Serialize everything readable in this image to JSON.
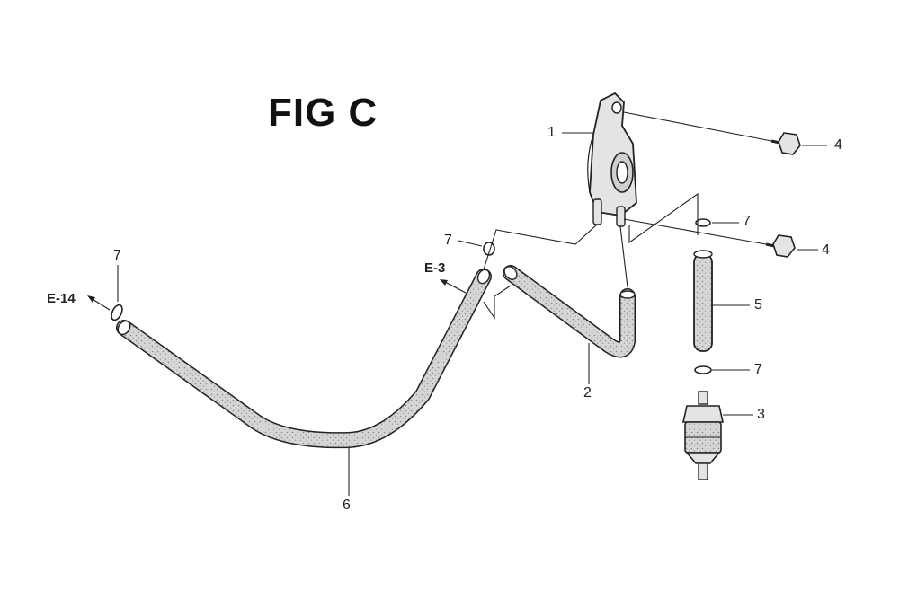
{
  "figure": {
    "title": "FIG C"
  },
  "callouts": {
    "pump": "1",
    "hose_pump_to_tee": "2",
    "fuel_filter": "3",
    "bolt_upper": "4",
    "bolt_lower": "4",
    "tube_filter": "5",
    "fuel_tube_long": "6",
    "clip_left": "7",
    "clip_center": "7",
    "clip_right_upper": "7",
    "clip_right_lower": "7"
  },
  "references": {
    "left": "E-14",
    "center": "E-3"
  },
  "colors": {
    "line": "#222222",
    "hose_fill": "#cfcfcf",
    "part_fill": "#e4e4e4"
  }
}
